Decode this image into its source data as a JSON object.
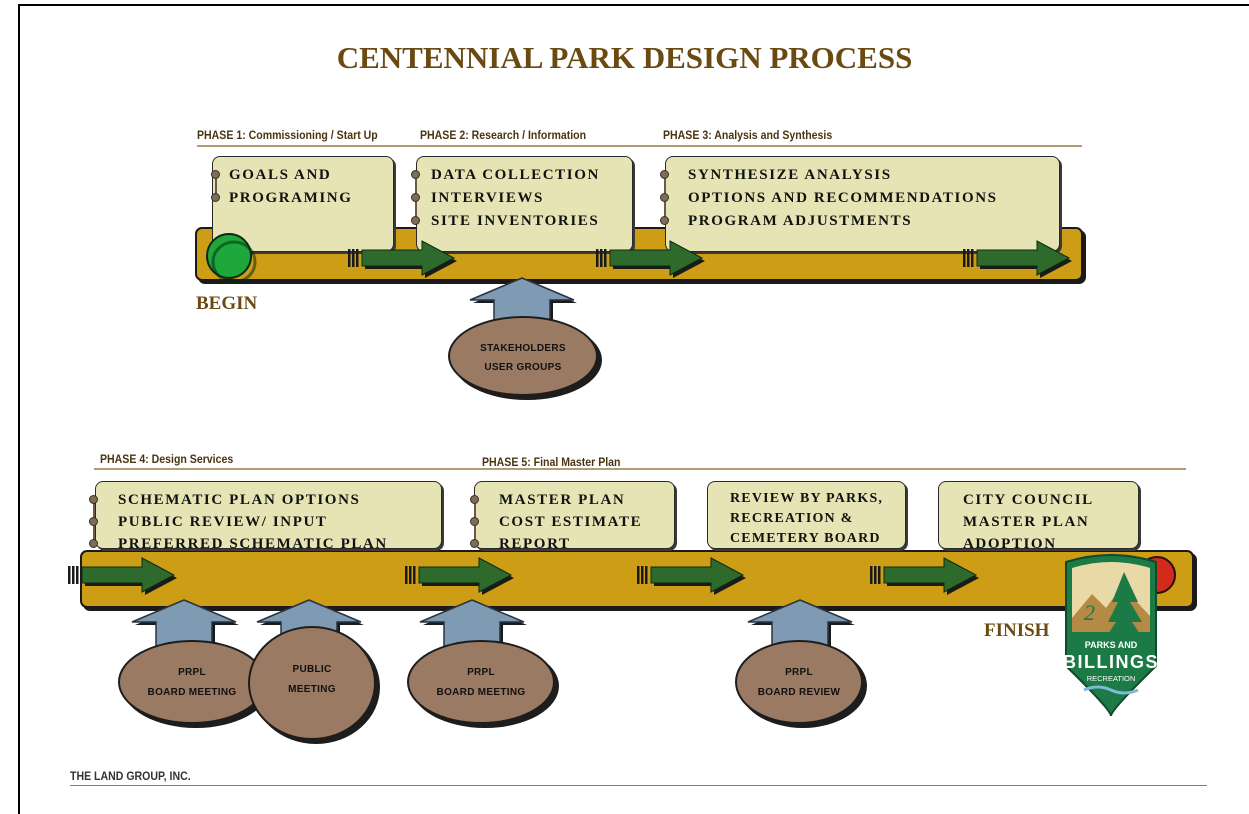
{
  "title": "CENTENNIAL PARK DESIGN PROCESS",
  "colors": {
    "brown": "#6b4a12",
    "track": "#cc9d15",
    "box": "#e6e4b4",
    "arrow_green": "#2e6a2c",
    "up_arrow_blue": "#7f9ab3",
    "ellipse": "#9b7a63",
    "start_green": "#1ea83c",
    "finish_red": "#d32a1c"
  },
  "phases": {
    "p1": "PHASE 1: Commissioning / Start Up",
    "p2": "PHASE 2: Research / Information",
    "p3": "PHASE 3: Analysis and Synthesis",
    "p4": "PHASE 4: Design Services",
    "p5": "PHASE 5: Final Master Plan"
  },
  "row1": {
    "box1": [
      "GOALS AND",
      "PROGRAMING"
    ],
    "box2": [
      "DATA COLLECTION",
      "INTERVIEWS",
      "SITE INVENTORIES"
    ],
    "box3": [
      "SYNTHESIZE ANALYSIS",
      "OPTIONS AND RECOMMENDATIONS",
      "PROGRAM ADJUSTMENTS"
    ]
  },
  "row2": {
    "box1": [
      "SCHEMATIC PLAN OPTIONS",
      "PUBLIC REVIEW/ INPUT",
      "PREFERRED SCHEMATIC PLAN"
    ],
    "box2": [
      "MASTER PLAN",
      "COST ESTIMATE",
      "REPORT"
    ],
    "box3": [
      "REVIEW BY PARKS,",
      "RECREATION &",
      "CEMETERY BOARD"
    ],
    "box4": [
      "CITY COUNCIL",
      "MASTER PLAN",
      "ADOPTION"
    ]
  },
  "begin_label": "BEGIN",
  "finish_label": "FINISH",
  "inputs": {
    "stakeholders": [
      "STAKEHOLDERS",
      "USER GROUPS"
    ],
    "prpl_board_meeting_1": [
      "PRPL",
      "BOARD MEETING"
    ],
    "public_meeting": [
      "PUBLIC",
      "MEETING"
    ],
    "prpl_board_meeting_2": [
      "PRPL",
      "BOARD MEETING"
    ],
    "prpl_board_review": [
      "PRPL",
      "BOARD REVIEW"
    ]
  },
  "logo": {
    "line1": "PARKS AND",
    "line2": "BILLINGS",
    "line3": "RECREATION"
  },
  "footer": "THE LAND GROUP, INC."
}
